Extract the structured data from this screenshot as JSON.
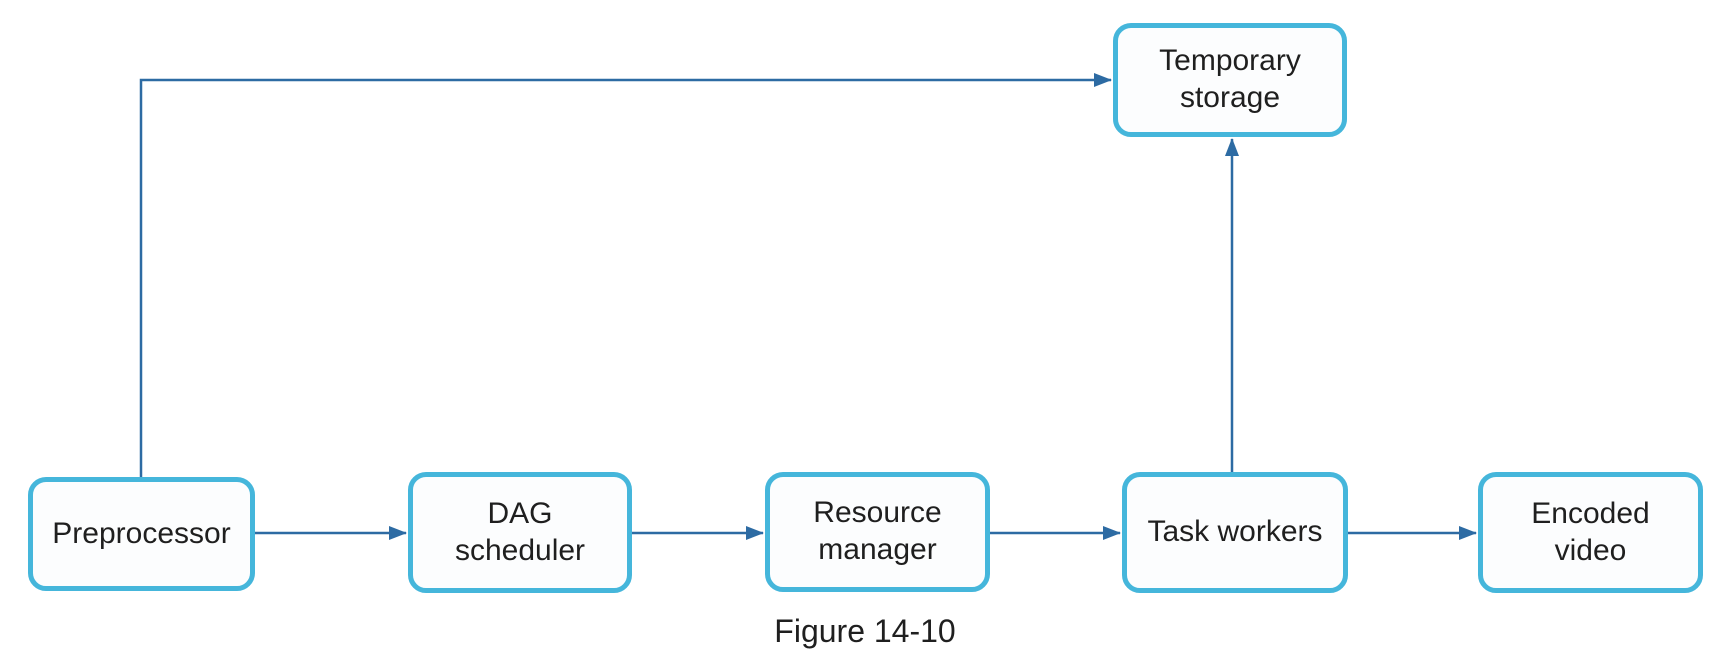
{
  "figure": {
    "caption": "Figure 14-10",
    "colors": {
      "background": "#ffffff",
      "node_border": "#45b6db",
      "node_fill": "#fcfdfe",
      "arrow": "#2d6ba3",
      "text": "#1f1f1f"
    },
    "nodes": {
      "preprocessor": {
        "label": "Preprocessor",
        "lines": [
          "Preprocessor"
        ]
      },
      "dag_scheduler": {
        "label": "DAG scheduler",
        "lines": [
          "DAG",
          "scheduler"
        ]
      },
      "resource_manager": {
        "label": "Resource manager",
        "lines": [
          "Resource",
          "manager"
        ]
      },
      "task_workers": {
        "label": "Task workers",
        "lines": [
          "Task workers"
        ]
      },
      "encoded_video": {
        "label": "Encoded video",
        "lines": [
          "Encoded",
          "video"
        ]
      },
      "temporary_storage": {
        "label": "Temporary storage",
        "lines": [
          "Temporary",
          "storage"
        ]
      }
    },
    "edges": [
      {
        "from": "preprocessor",
        "to": "dag_scheduler"
      },
      {
        "from": "dag_scheduler",
        "to": "resource_manager"
      },
      {
        "from": "resource_manager",
        "to": "task_workers"
      },
      {
        "from": "task_workers",
        "to": "encoded_video"
      },
      {
        "from": "preprocessor",
        "to": "temporary_storage"
      },
      {
        "from": "task_workers",
        "to": "temporary_storage"
      }
    ]
  }
}
